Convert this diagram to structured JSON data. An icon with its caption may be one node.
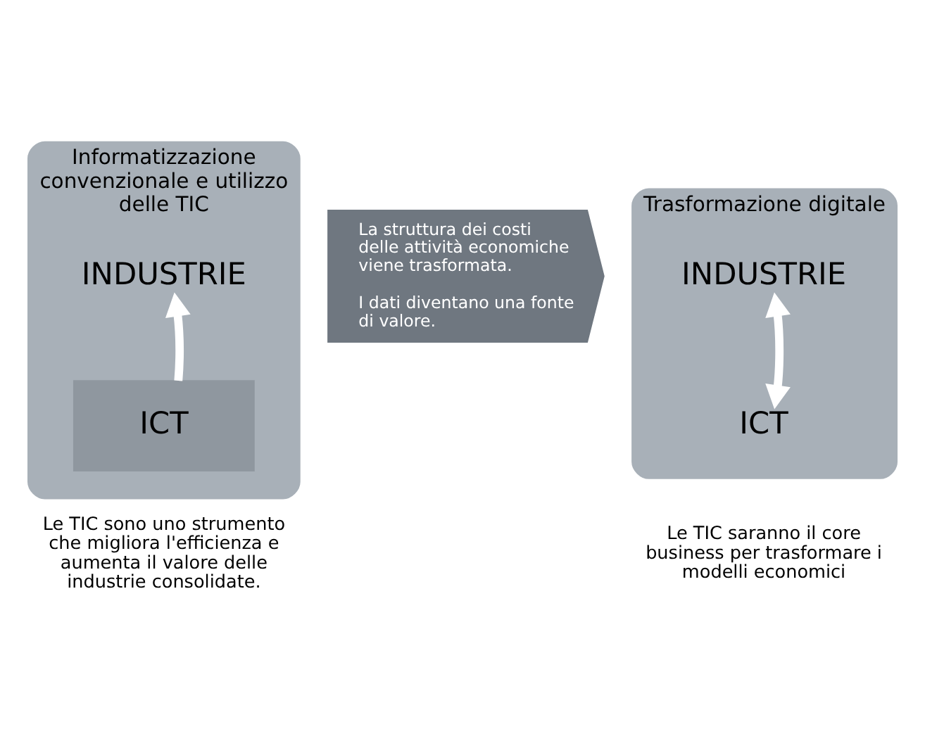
{
  "diagram": {
    "nodes": [
      {
        "text": [
          "Informatizzazione convenzionale e utilizzo delle TIC"
        ],
        "beside": [
          "Le TIC sono uno strumento che migliora l'efficienza e aumenta il valore delle industrie consolidate."
        ]
      },
      {
        "text": [
          "INDUSTRIE"
        ],
        "in": 0
      },
      {
        "text": [
          "ICT"
        ],
        "in": 0
      },
      {
        "text": [
          "La struttura dei costi delle attività economiche viene trasformata.",
          "I dati diventano una fonte di valore."
        ]
      },
      {
        "text": [
          "Trasformazione digitale"
        ],
        "beside": [
          "Le TIC saranno il core business per trasformare i modelli economici"
        ]
      },
      {
        "text": [
          "INDUSTRIE"
        ],
        "in": 4
      },
      {
        "text": [
          "ICT"
        ],
        "in": 4
      }
    ],
    "edges": [
      {
        "from": 2,
        "to": 1,
        "arrow": "to"
      },
      {
        "from": 5,
        "to": 6,
        "arrow": "both"
      }
    ]
  }
}
